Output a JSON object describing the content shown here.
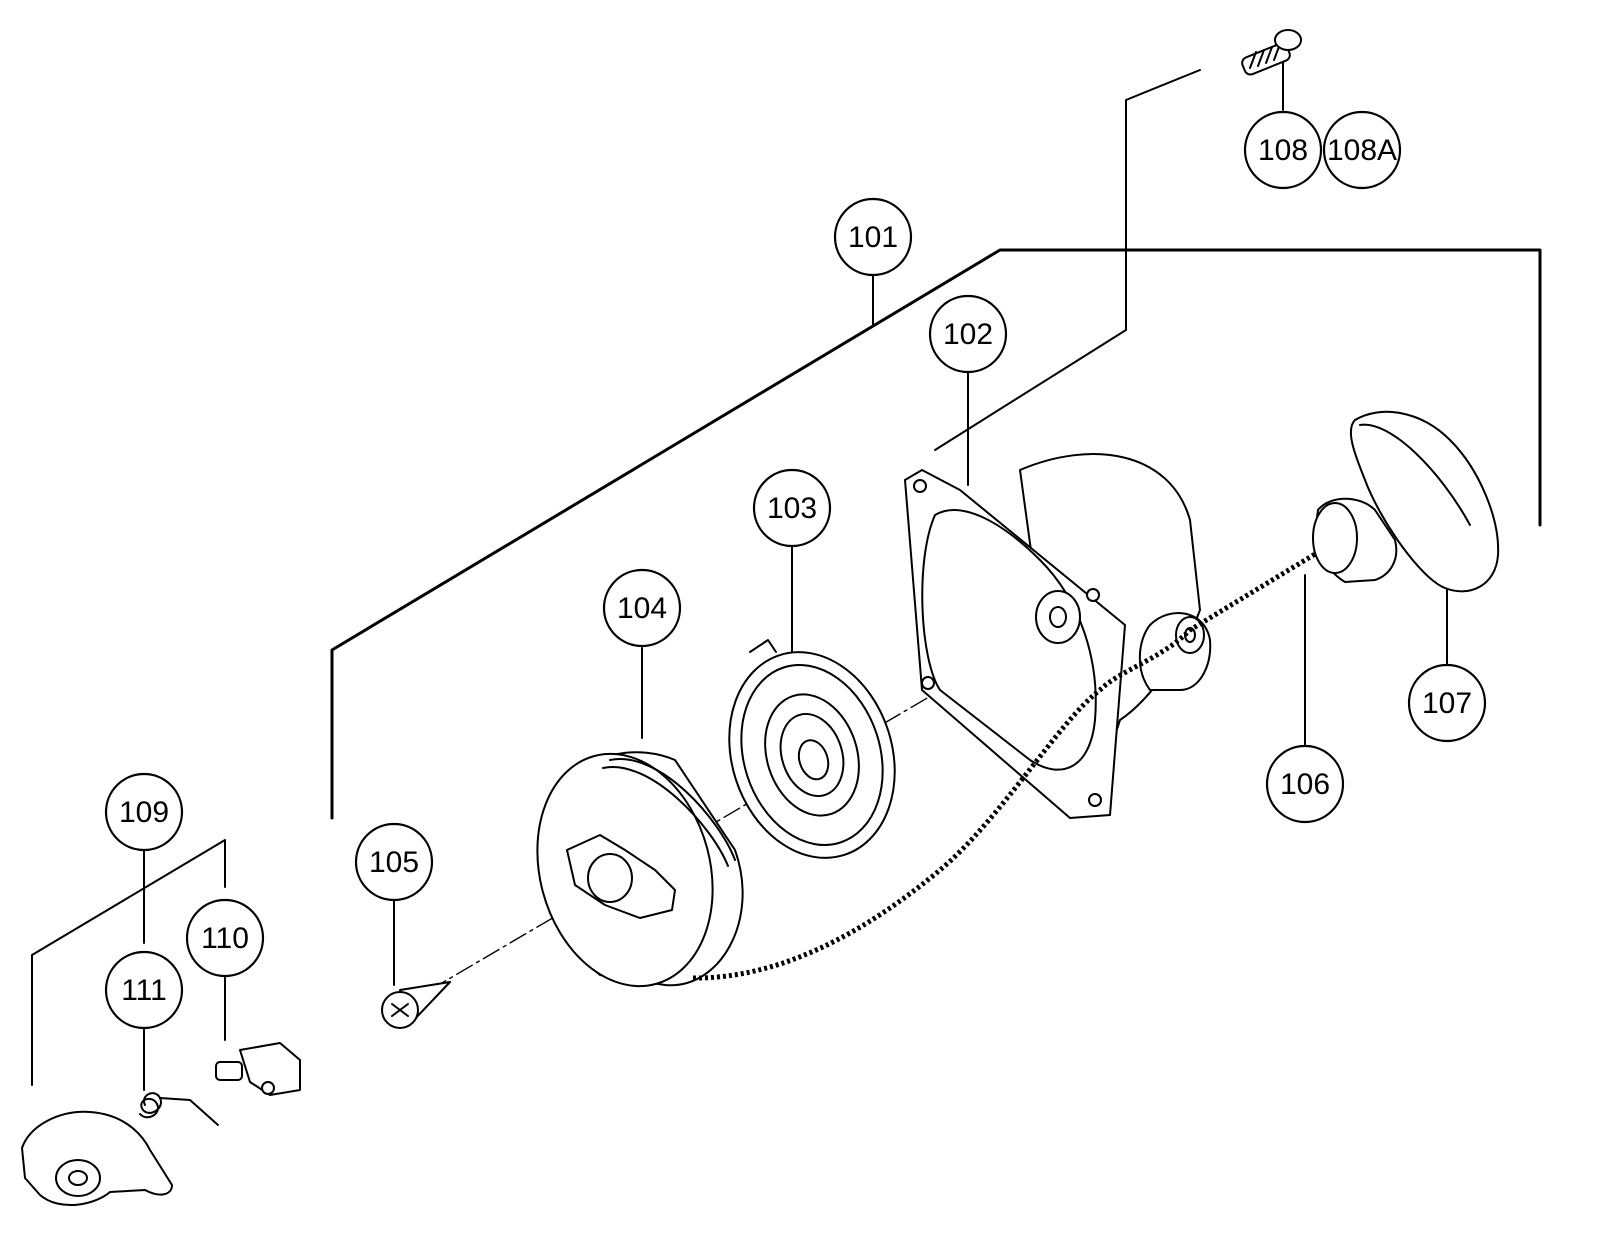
{
  "diagram": {
    "labels": [
      {
        "key": "101",
        "text": "101"
      },
      {
        "key": "102",
        "text": "102"
      },
      {
        "key": "103",
        "text": "103"
      },
      {
        "key": "104",
        "text": "104"
      },
      {
        "key": "105",
        "text": "105"
      },
      {
        "key": "106",
        "text": "106"
      },
      {
        "key": "107",
        "text": "107"
      },
      {
        "key": "108",
        "text": "108"
      },
      {
        "key": "108A",
        "text": "108A"
      },
      {
        "key": "109",
        "text": "109"
      },
      {
        "key": "110",
        "text": "110"
      },
      {
        "key": "111",
        "text": "111"
      }
    ]
  }
}
